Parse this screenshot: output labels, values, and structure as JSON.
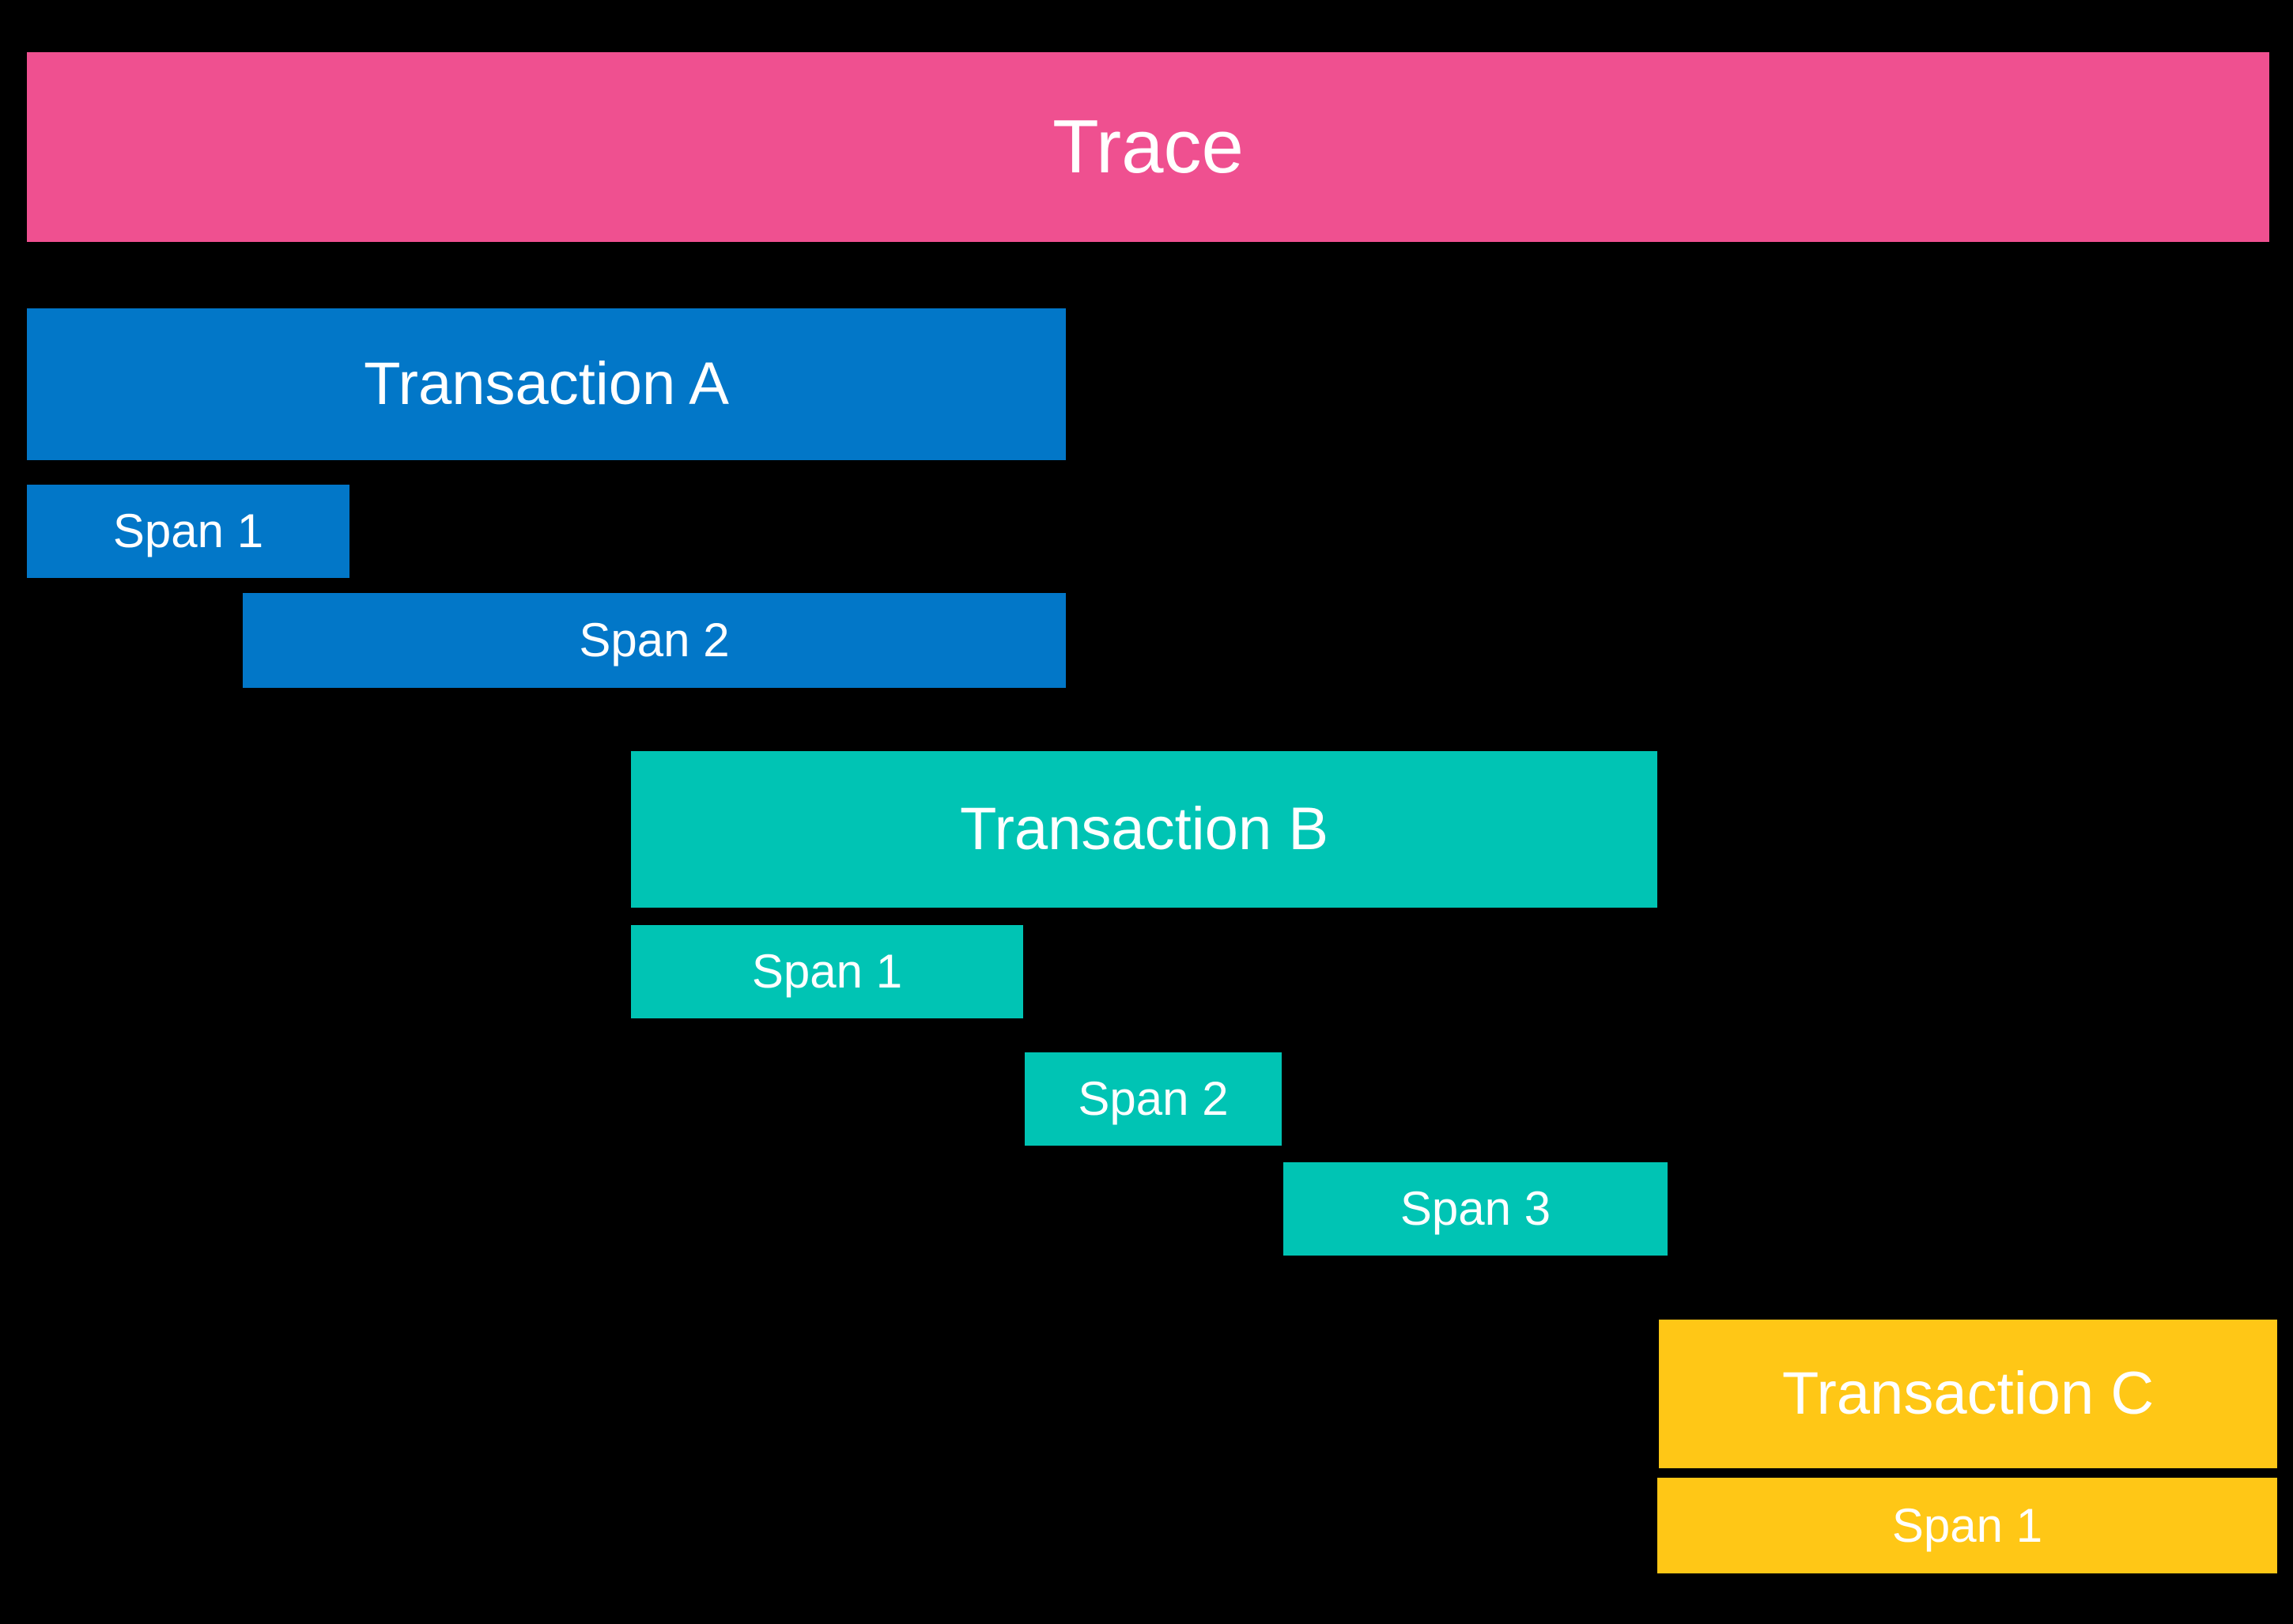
{
  "diagram": {
    "title": "Trace",
    "background_color": "#000000",
    "label_color": "#ffffff",
    "type": "distributed-trace-waterfall"
  },
  "colors": {
    "trace": "#ef5090",
    "transaction_a": "#0277c8",
    "transaction_b": "#00c4b4",
    "transaction_c": "#ffc716"
  },
  "trace": {
    "label": "Trace"
  },
  "transactions": [
    {
      "label": "Transaction A",
      "color": "#0277c8",
      "spans": [
        {
          "label": "Span 1"
        },
        {
          "label": "Span 2"
        }
      ]
    },
    {
      "label": "Transaction B",
      "color": "#00c4b4",
      "spans": [
        {
          "label": "Span 1"
        },
        {
          "label": "Span 2"
        },
        {
          "label": "Span 3"
        }
      ]
    },
    {
      "label": "Transaction C",
      "color": "#ffc716",
      "spans": [
        {
          "label": "Span 1"
        }
      ]
    }
  ]
}
